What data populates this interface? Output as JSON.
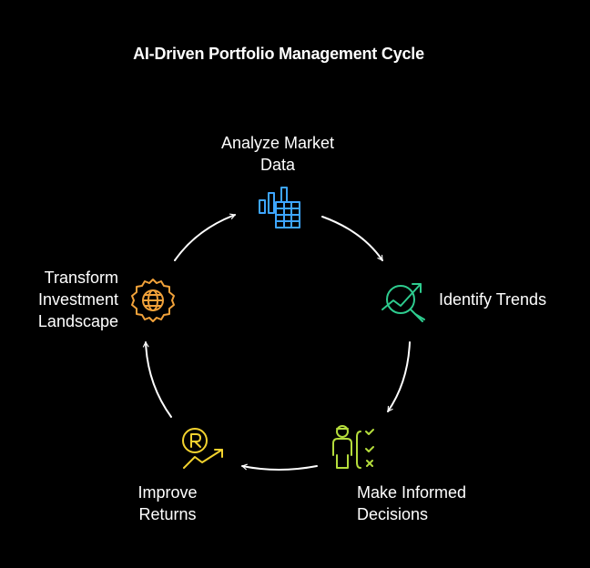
{
  "title": "AI-Driven Portfolio Management Cycle",
  "steps": [
    {
      "lines": [
        "Analyze Market",
        "Data"
      ],
      "icon": "bar-chart-table-icon",
      "color": "#3ea6ff"
    },
    {
      "lines": [
        "Identify Trends"
      ],
      "icon": "magnify-trend-icon",
      "color": "#2ecc8f"
    },
    {
      "lines": [
        "Make Informed",
        "Decisions"
      ],
      "icon": "person-checklist-icon",
      "color": "#b5dd3c"
    },
    {
      "lines": [
        "Improve",
        "Returns"
      ],
      "icon": "rupee-growth-icon",
      "color": "#f2d22e"
    },
    {
      "lines": [
        "Transform",
        "Investment",
        "Landscape"
      ],
      "icon": "globe-gear-icon",
      "color": "#f2a23a"
    }
  ],
  "arrow_color": "#ffffff"
}
